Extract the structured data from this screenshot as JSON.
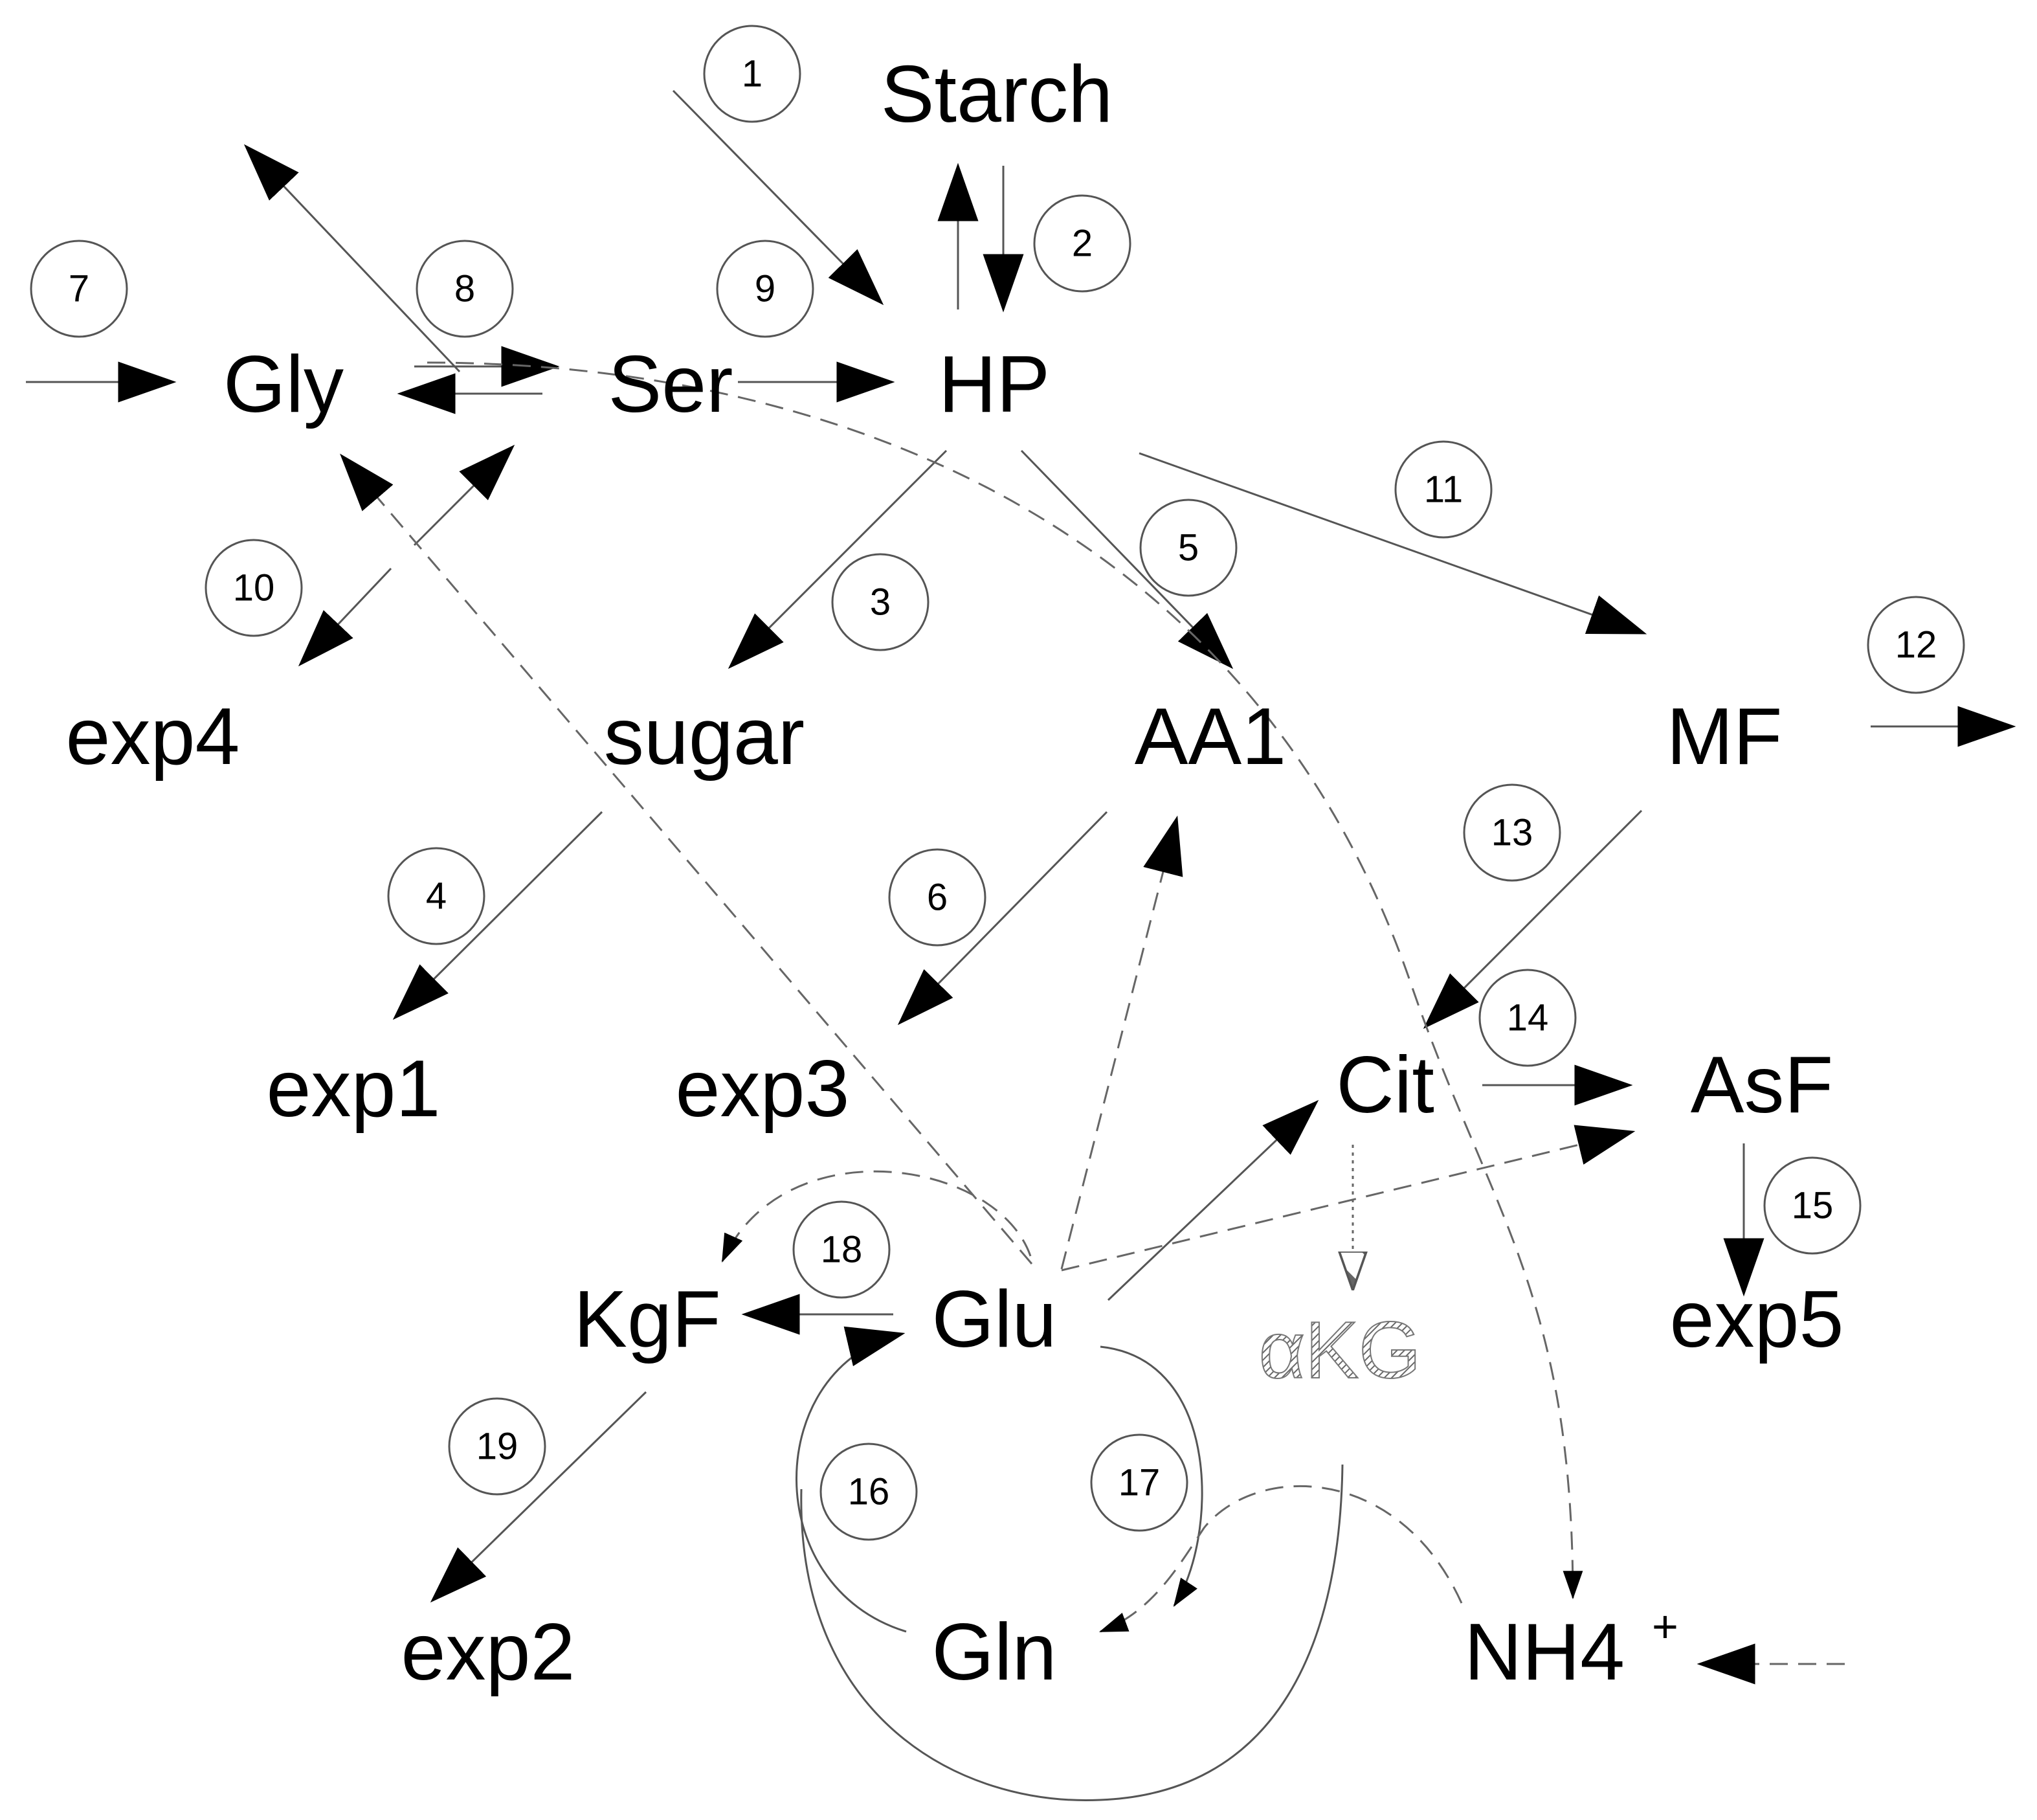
{
  "nodes": {
    "starch": "Starch",
    "gly": "Gly",
    "ser": "Ser",
    "hp": "HP",
    "exp4": "exp4",
    "sugar": "sugar",
    "aa1": "AA1",
    "mf": "MF",
    "exp1": "exp1",
    "exp3": "exp3",
    "cit": "Cit",
    "asf": "AsF",
    "kgf": "KgF",
    "glu": "Glu",
    "akg": "αKG",
    "exp5": "exp5",
    "exp2": "exp2",
    "gln": "Gln",
    "nh4": "NH4",
    "nh4_sup": "+"
  },
  "reactions": [
    "1",
    "2",
    "3",
    "4",
    "5",
    "6",
    "7",
    "8",
    "9",
    "10",
    "11",
    "12",
    "13",
    "14",
    "15",
    "16",
    "17",
    "18",
    "19"
  ]
}
